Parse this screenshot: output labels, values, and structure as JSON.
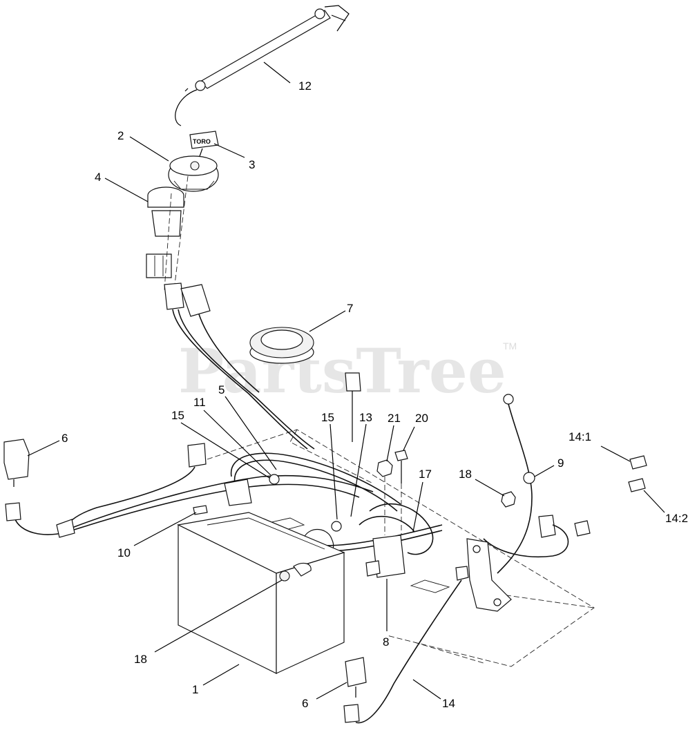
{
  "watermark": {
    "text": "PartsTree",
    "trademark": "TM"
  },
  "key_label": "TORO",
  "callouts": [
    {
      "id": "c12",
      "label": "12"
    },
    {
      "id": "c2",
      "label": "2"
    },
    {
      "id": "c3",
      "label": "3"
    },
    {
      "id": "c4",
      "label": "4"
    },
    {
      "id": "c7",
      "label": "7"
    },
    {
      "id": "c5",
      "label": "5"
    },
    {
      "id": "c11",
      "label": "11"
    },
    {
      "id": "c15a",
      "label": "15"
    },
    {
      "id": "c6a",
      "label": "6"
    },
    {
      "id": "c15b",
      "label": "15"
    },
    {
      "id": "c13",
      "label": "13"
    },
    {
      "id": "c21",
      "label": "21"
    },
    {
      "id": "c20",
      "label": "20"
    },
    {
      "id": "c14_1",
      "label": "14:1"
    },
    {
      "id": "c9",
      "label": "9"
    },
    {
      "id": "c18a",
      "label": "18"
    },
    {
      "id": "c17",
      "label": "17"
    },
    {
      "id": "c14_2",
      "label": "14:2"
    },
    {
      "id": "c10",
      "label": "10"
    },
    {
      "id": "c8",
      "label": "8"
    },
    {
      "id": "c18b",
      "label": "18"
    },
    {
      "id": "c1",
      "label": "1"
    },
    {
      "id": "c6b",
      "label": "6"
    },
    {
      "id": "c14",
      "label": "14"
    }
  ]
}
